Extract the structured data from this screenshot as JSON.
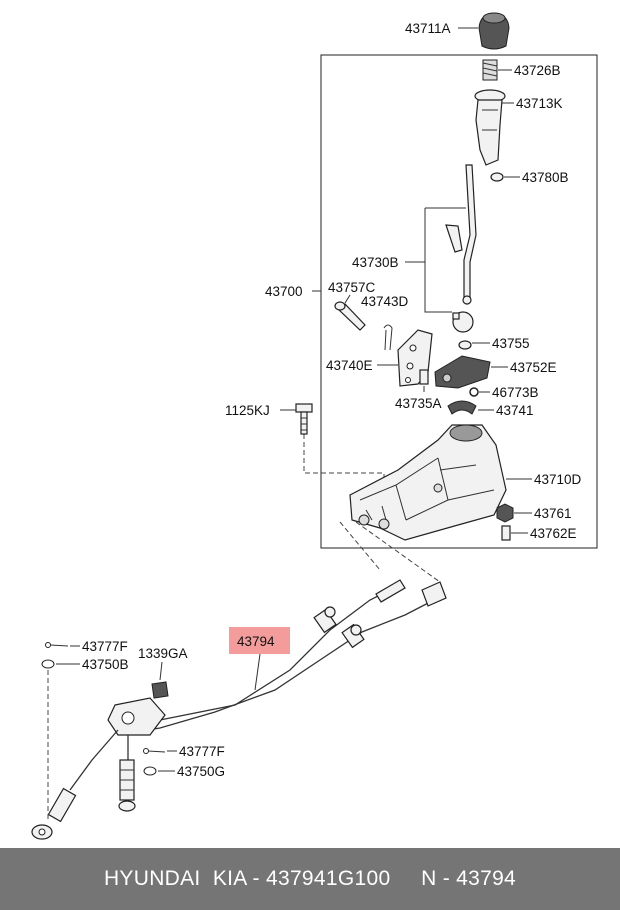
{
  "labels": {
    "p43711A": "43711A",
    "p43726B": "43726B",
    "p43713K": "43713K",
    "p43780B": "43780B",
    "p43730B": "43730B",
    "p43700": "43700",
    "p43757C": "43757C",
    "p43743D": "43743D",
    "p43755": "43755",
    "p43740E": "43740E",
    "p43752E": "43752E",
    "p46773B": "46773B",
    "p43735A": "43735A",
    "p43741": "43741",
    "p1125KJ": "1125KJ",
    "p43710D": "43710D",
    "p43761": "43761",
    "p43762E": "43762E",
    "p43794": "43794",
    "p43777F_top": "43777F",
    "p43750B": "43750B",
    "p1339GA": "1339GA",
    "p43777F_mid": "43777F",
    "p43750G": "43750G"
  },
  "highlight_color": "#f28b8b",
  "footer": {
    "text": "HYUNDAI  KIA - 437941G100     N - 43794"
  }
}
